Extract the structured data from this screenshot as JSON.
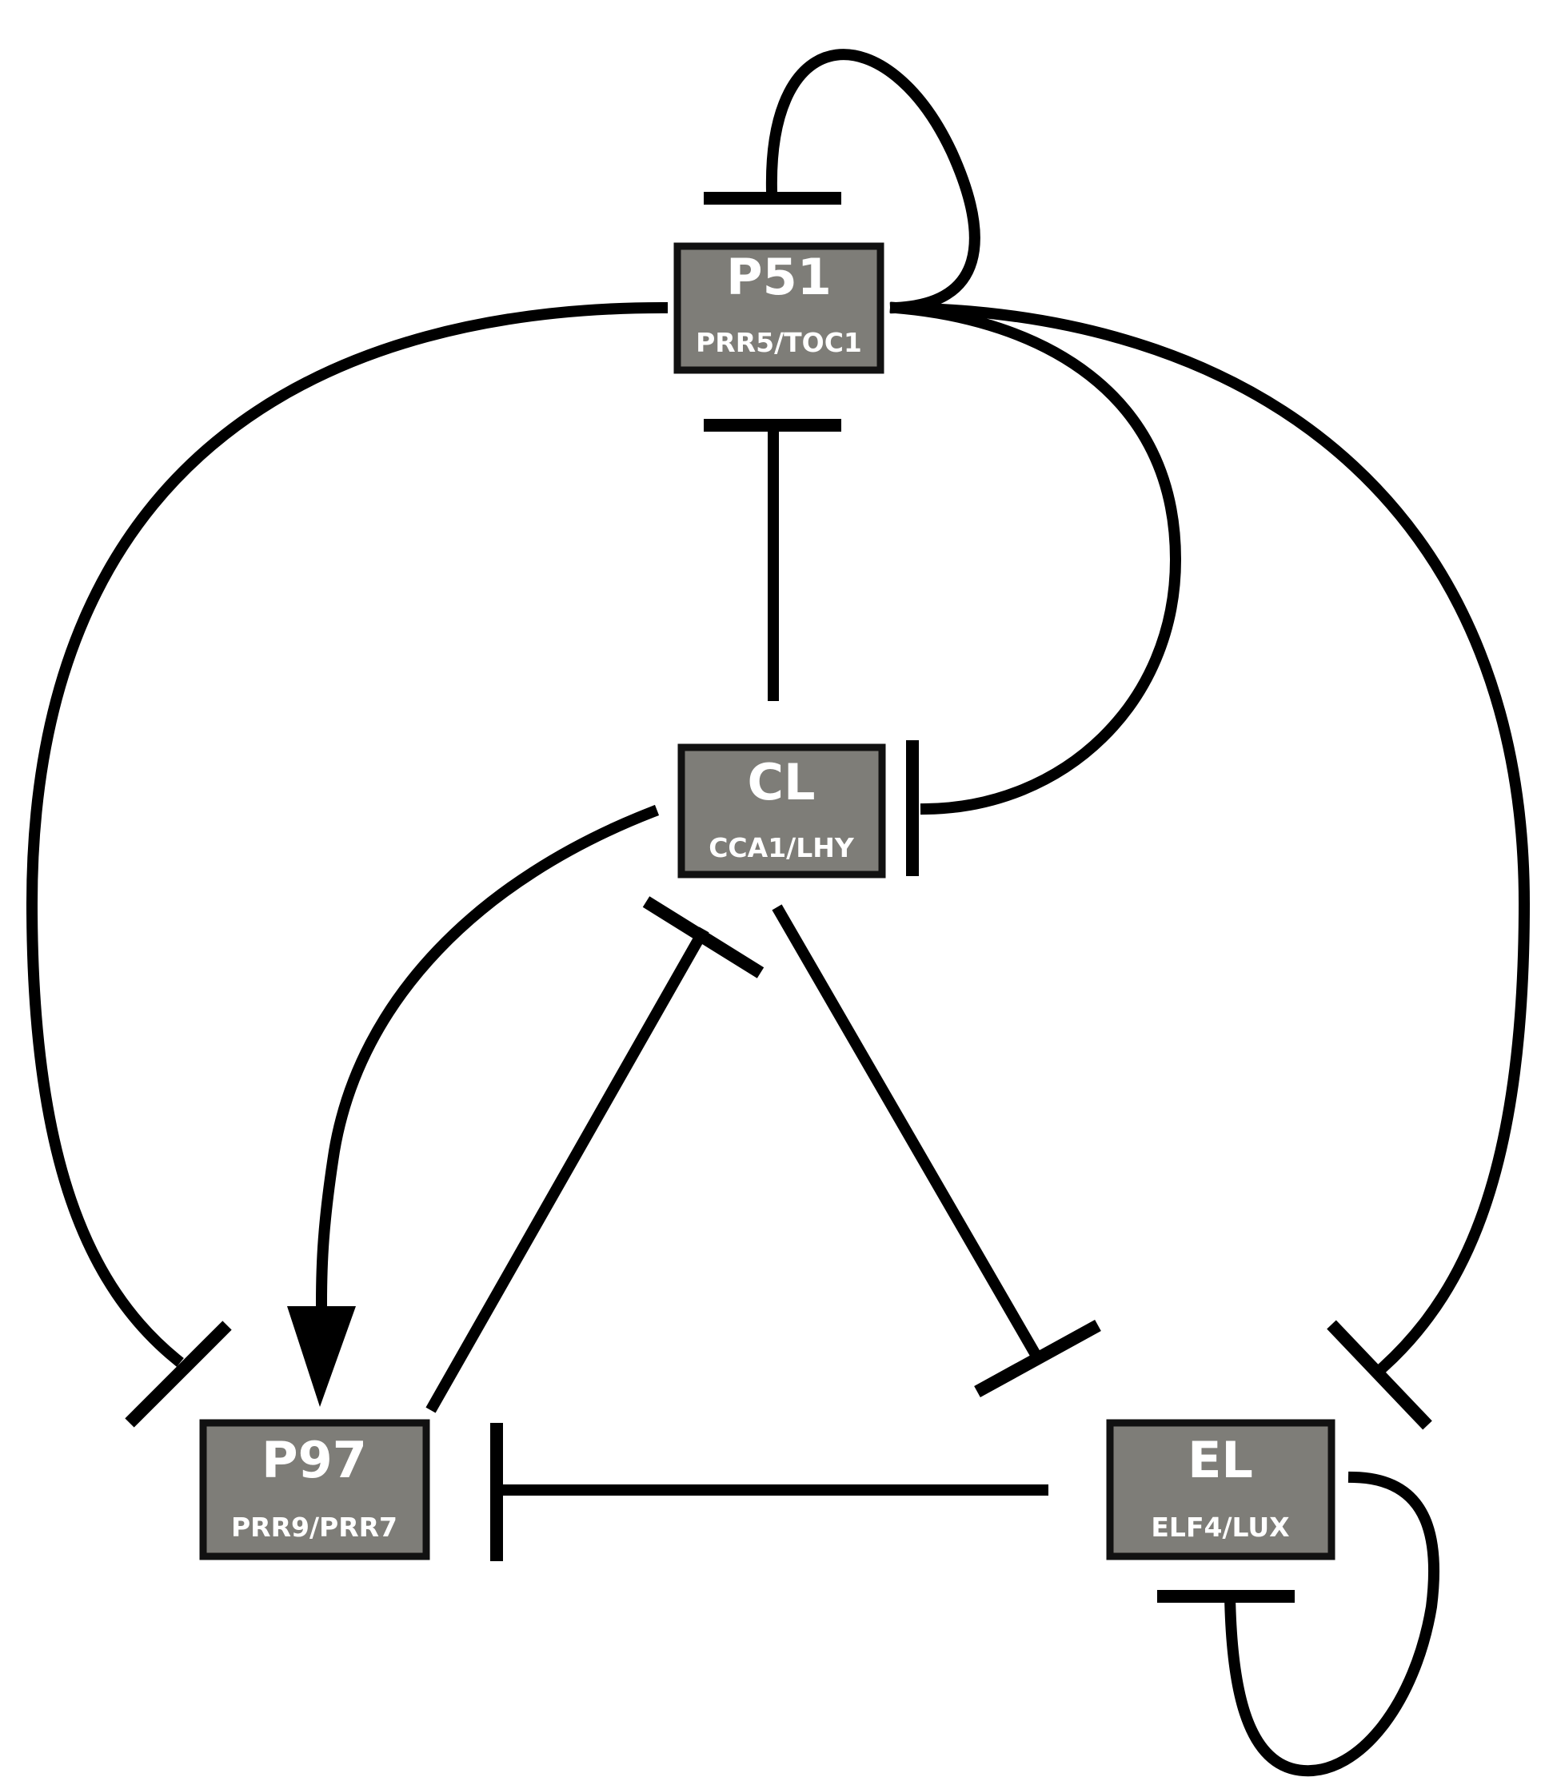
{
  "colors": {
    "node_fill": "#7e7d78",
    "edge": "#000000",
    "background": "#ffffff"
  },
  "nodes": {
    "p51": {
      "name": "P51",
      "genes": "PRR5/TOC1"
    },
    "cl": {
      "name": "CL",
      "genes": "CCA1/LHY"
    },
    "p97": {
      "name": "P97",
      "genes": "PRR9/PRR7"
    },
    "el": {
      "name": "EL",
      "genes": "ELF4/LUX"
    }
  },
  "edges": [
    {
      "from": "P51",
      "to": "P51",
      "type": "inhibition"
    },
    {
      "from": "CL",
      "to": "P51",
      "type": "inhibition"
    },
    {
      "from": "P51",
      "to": "CL",
      "type": "inhibition"
    },
    {
      "from": "P51",
      "to": "P97",
      "type": "inhibition"
    },
    {
      "from": "P51",
      "to": "EL",
      "type": "inhibition"
    },
    {
      "from": "CL",
      "to": "P97",
      "type": "activation"
    },
    {
      "from": "P97",
      "to": "CL",
      "type": "inhibition"
    },
    {
      "from": "CL",
      "to": "EL",
      "type": "inhibition"
    },
    {
      "from": "EL",
      "to": "P97",
      "type": "inhibition"
    },
    {
      "from": "EL",
      "to": "EL",
      "type": "inhibition"
    }
  ]
}
